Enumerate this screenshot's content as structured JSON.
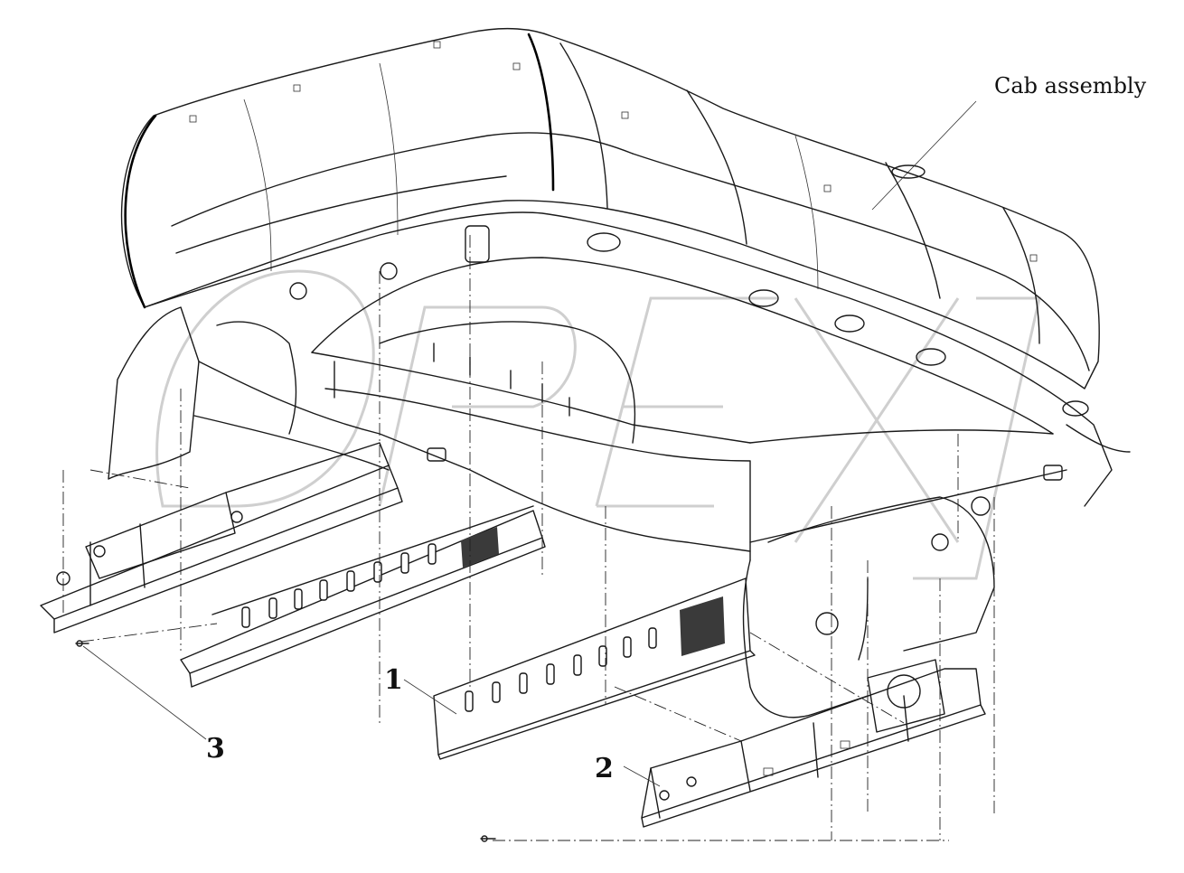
{
  "diagram": {
    "labels": {
      "cab_assembly": "Cab assembly",
      "part_1": "1",
      "part_2": "2",
      "part_3": "3"
    },
    "colors": {
      "line": "#1a1a1a",
      "watermark": "#cfcfcf",
      "background": "#ffffff"
    }
  }
}
